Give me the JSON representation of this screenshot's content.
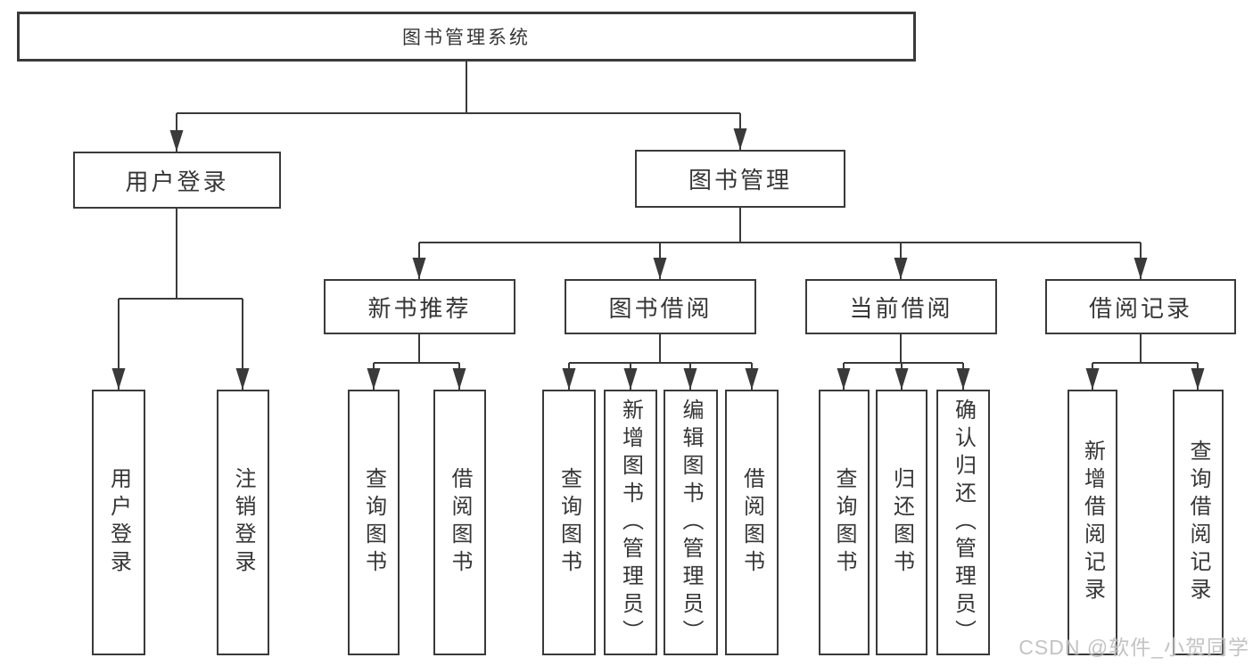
{
  "tree": {
    "root": "图书管理系统",
    "children": [
      {
        "label": "用户登录",
        "children": [
          "用户登录",
          "注销登录"
        ]
      },
      {
        "label": "图书管理",
        "children": [
          {
            "label": "新书推荐",
            "children": [
              "查询图书",
              "借阅图书"
            ]
          },
          {
            "label": "图书借阅",
            "children": [
              "查询图书",
              "新增图书（管理员）",
              "编辑图书（管理员）",
              "借阅图书"
            ]
          },
          {
            "label": "当前借阅",
            "children": [
              "查询图书",
              "归还图书",
              "确认归还（管理员）"
            ]
          },
          {
            "label": "借阅记录",
            "children": [
              "新增借阅记录",
              "查询借阅记录"
            ]
          }
        ]
      }
    ]
  },
  "watermark": "CSDN @软件_小贺同学",
  "colors": {
    "line": "#3a3a3a",
    "border": "#3a3a3a",
    "text": "#363636",
    "background": "#ffffff",
    "watermark": "#bdbdbd"
  }
}
